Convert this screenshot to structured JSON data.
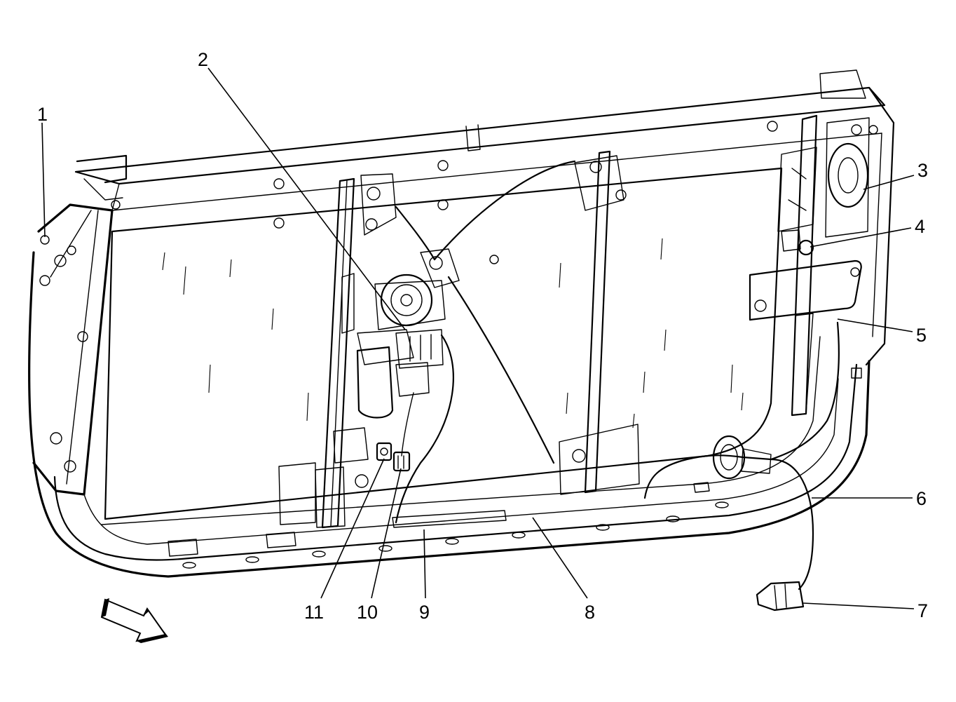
{
  "callouts": [
    {
      "id": "1",
      "label": "1"
    },
    {
      "id": "2",
      "label": "2"
    },
    {
      "id": "3",
      "label": "3"
    },
    {
      "id": "4",
      "label": "4"
    },
    {
      "id": "5",
      "label": "5"
    },
    {
      "id": "6",
      "label": "6"
    },
    {
      "id": "7",
      "label": "7"
    },
    {
      "id": "8",
      "label": "8"
    },
    {
      "id": "9",
      "label": "9"
    },
    {
      "id": "10",
      "label": "10"
    },
    {
      "id": "11",
      "label": "11"
    }
  ],
  "direction_indicator": "forward-arrow"
}
